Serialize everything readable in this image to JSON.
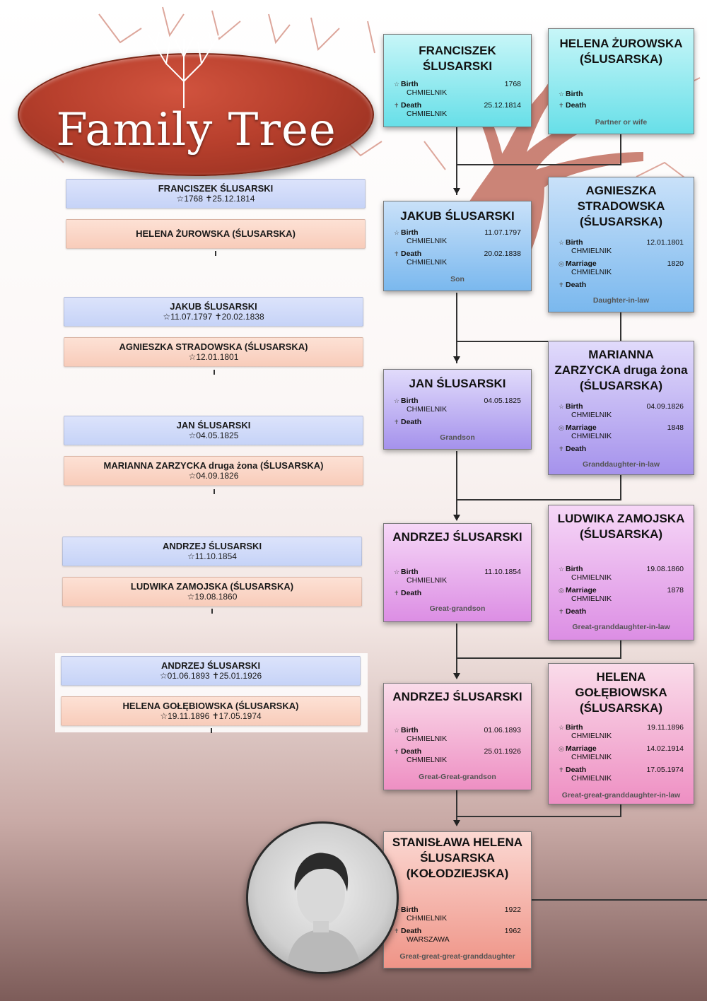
{
  "logo": {
    "text": "Family Tree"
  },
  "left_list": [
    {
      "name": "FRANCISZEK ŚLUSARSKI",
      "dates": "☆1768 ✝25.12.1814",
      "sex": "m"
    },
    {
      "name": "HELENA ŻUROWSKA (ŚLUSARSKA)",
      "dates": "",
      "sex": "f"
    },
    {
      "name": "JAKUB ŚLUSARSKI",
      "dates": "☆11.07.1797 ✝20.02.1838",
      "sex": "m"
    },
    {
      "name": "AGNIESZKA STRADOWSKA (ŚLUSARSKA)",
      "dates": "☆12.01.1801",
      "sex": "f"
    },
    {
      "name": "JAN ŚLUSARSKI",
      "dates": "☆04.05.1825",
      "sex": "m"
    },
    {
      "name": "MARIANNA ZARZYCKA druga żona (ŚLUSARSKA)",
      "dates": "☆04.09.1826",
      "sex": "f"
    },
    {
      "name": "ANDRZEJ ŚLUSARSKI",
      "dates": "☆11.10.1854",
      "sex": "m"
    },
    {
      "name": "LUDWIKA ZAMOJSKA (ŚLUSARSKA)",
      "dates": "☆19.08.1860",
      "sex": "f"
    },
    {
      "name": "ANDRZEJ ŚLUSARSKI",
      "dates": "☆01.06.1893 ✝25.01.1926",
      "sex": "m"
    },
    {
      "name": "HELENA GOŁĘBIOWSKA (ŚLUSARSKA)",
      "dates": "☆19.11.1896 ✝17.05.1974",
      "sex": "f"
    }
  ],
  "cards": {
    "franciszek": {
      "name": "FRANCISZEK ŚLUSARSKI",
      "birth_label": "Birth",
      "birth_val": "1768",
      "birth_place": "CHMIELNIK",
      "death_label": "Death",
      "death_val": "25.12.1814",
      "death_place": "CHMIELNIK"
    },
    "helena_z": {
      "name": "HELENA ŻUROWSKA (ŚLUSARSKA)",
      "birth_label": "Birth",
      "death_label": "Death",
      "relation": "Partner or wife"
    },
    "jakub": {
      "name": "JAKUB ŚLUSARSKI",
      "birth_label": "Birth",
      "birth_val": "11.07.1797",
      "birth_place": "CHMIELNIK",
      "death_label": "Death",
      "death_val": "20.02.1838",
      "death_place": "CHMIELNIK",
      "relation": "Son"
    },
    "agnieszka": {
      "name": "AGNIESZKA STRADOWSKA (ŚLUSARSKA)",
      "birth_label": "Birth",
      "birth_val": "12.01.1801",
      "birth_place": "CHMIELNIK",
      "marriage_label": "Marriage",
      "marriage_val": "1820",
      "marriage_place": "CHMIELNIK",
      "death_label": "Death",
      "relation": "Daughter-in-law"
    },
    "jan": {
      "name": "JAN ŚLUSARSKI",
      "birth_label": "Birth",
      "birth_val": "04.05.1825",
      "birth_place": "CHMIELNIK",
      "death_label": "Death",
      "relation": "Grandson"
    },
    "marianna": {
      "name": "MARIANNA ZARZYCKA druga żona (ŚLUSARSKA)",
      "birth_label": "Birth",
      "birth_val": "04.09.1826",
      "birth_place": "CHMIELNIK",
      "marriage_label": "Marriage",
      "marriage_val": "1848",
      "marriage_place": "CHMIELNIK",
      "death_label": "Death",
      "relation": "Granddaughter-in-law"
    },
    "andrzej1": {
      "name": "ANDRZEJ ŚLUSARSKI",
      "birth_label": "Birth",
      "birth_val": "11.10.1854",
      "birth_place": "CHMIELNIK",
      "death_label": "Death",
      "relation": "Great-grandson"
    },
    "ludwika": {
      "name": "LUDWIKA ZAMOJSKA (ŚLUSARSKA)",
      "birth_label": "Birth",
      "birth_val": "19.08.1860",
      "birth_place": "CHMIELNIK",
      "marriage_label": "Marriage",
      "marriage_val": "1878",
      "marriage_place": "CHMIELNIK",
      "death_label": "Death",
      "relation": "Great-granddaughter-in-law"
    },
    "andrzej2": {
      "name": "ANDRZEJ ŚLUSARSKI",
      "birth_label": "Birth",
      "birth_val": "01.06.1893",
      "birth_place": "CHMIELNIK",
      "death_label": "Death",
      "death_val": "25.01.1926",
      "death_place": "CHMIELNIK",
      "relation": "Great-Great-grandson"
    },
    "helena_g": {
      "name": "HELENA GOŁĘBIOWSKA (ŚLUSARSKA)",
      "birth_label": "Birth",
      "birth_val": "19.11.1896",
      "birth_place": "CHMIELNIK",
      "marriage_label": "Marriage",
      "marriage_val": "14.02.1914",
      "marriage_place": "CHMIELNIK",
      "death_label": "Death",
      "death_val": "17.05.1974",
      "death_place": "CHMIELNIK",
      "relation": "Great-great-granddaughter-in-law"
    },
    "stanislawa": {
      "name": "STANISŁAWA HELENA ŚLUSARSKA (KOŁODZIEJSKA)",
      "birth_label": "Birth",
      "birth_val": "1922",
      "birth_place": "CHMIELNIK",
      "death_label": "Death",
      "death_val": "1962",
      "death_place": "WARSZAWA",
      "relation": "Great-great-great-granddaughter"
    }
  },
  "colors": {
    "logo_red": "#b8402d",
    "male_row": "#c6d3f7",
    "female_row": "#f8ccba"
  }
}
